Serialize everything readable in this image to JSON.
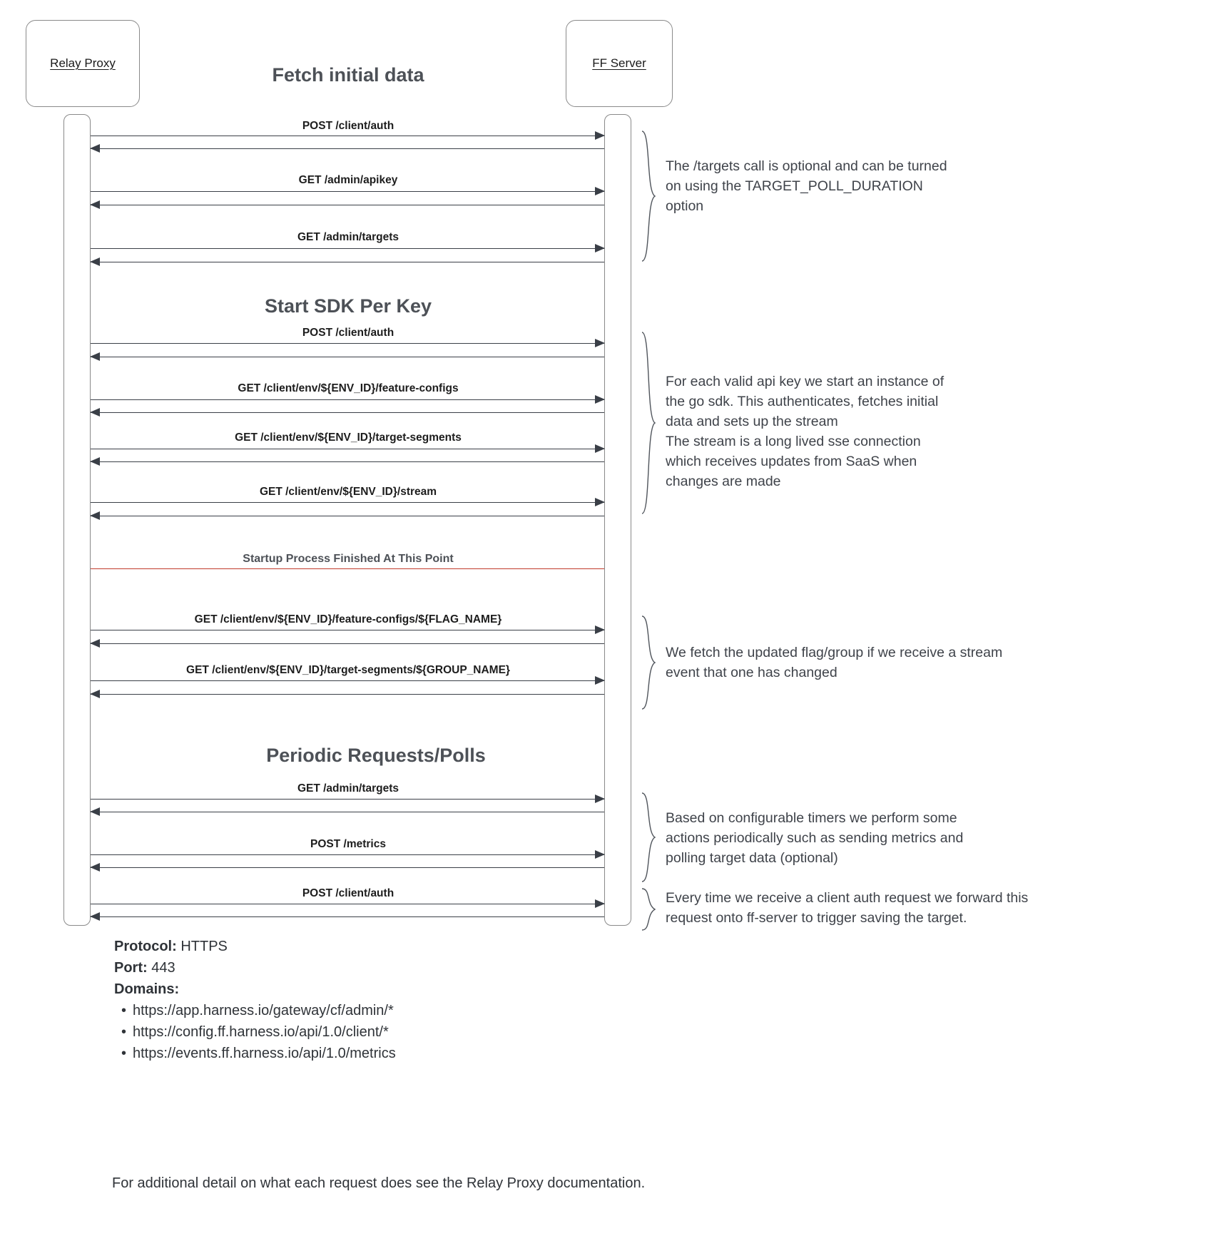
{
  "diagram": {
    "participants": [
      {
        "name": "Relay Proxy"
      },
      {
        "name": "FF Server"
      }
    ],
    "sections": [
      {
        "title": "Fetch initial data"
      },
      {
        "title": "Start SDK Per Key"
      },
      {
        "title": "Periodic Requests/Polls"
      }
    ],
    "divider": {
      "label": "Startup Process Finished At This Point",
      "color": "#c0392b"
    },
    "messages": [
      {
        "label": "POST /client/auth",
        "direction": "right"
      },
      {
        "label": "",
        "direction": "left"
      },
      {
        "label": "GET /admin/apikey",
        "direction": "right"
      },
      {
        "label": "",
        "direction": "left"
      },
      {
        "label": "GET /admin/targets",
        "direction": "right"
      },
      {
        "label": "",
        "direction": "left"
      },
      {
        "label": "POST /client/auth",
        "direction": "right"
      },
      {
        "label": "",
        "direction": "left"
      },
      {
        "label": "GET /client/env/${ENV_ID}/feature-configs",
        "direction": "right"
      },
      {
        "label": "",
        "direction": "left"
      },
      {
        "label": "GET /client/env/${ENV_ID}/target-segments",
        "direction": "right"
      },
      {
        "label": "",
        "direction": "left"
      },
      {
        "label": "GET /client/env/${ENV_ID}/stream",
        "direction": "right"
      },
      {
        "label": "",
        "direction": "left"
      },
      {
        "label": "GET /client/env/${ENV_ID}/feature-configs/${FLAG_NAME}",
        "direction": "right"
      },
      {
        "label": "",
        "direction": "left"
      },
      {
        "label": "GET /client/env/${ENV_ID}/target-segments/${GROUP_NAME}",
        "direction": "right"
      },
      {
        "label": "",
        "direction": "left"
      },
      {
        "label": "GET /admin/targets",
        "direction": "right"
      },
      {
        "label": "",
        "direction": "left"
      },
      {
        "label": "POST /metrics",
        "direction": "right"
      },
      {
        "label": "",
        "direction": "left"
      },
      {
        "label": "POST /client/auth",
        "direction": "right"
      },
      {
        "label": "",
        "direction": "left"
      }
    ],
    "notes": [
      {
        "text": "The /targets call is optional and can be turned\non using the TARGET_POLL_DURATION\noption"
      },
      {
        "text": "For each valid api key we start an instance of\nthe go sdk. This authenticates, fetches initial\ndata and sets up the stream\nThe stream is a long lived sse connection\nwhich receives updates from SaaS when\nchanges are made"
      },
      {
        "text": "We fetch the updated flag/group if we receive a stream\nevent that one has changed"
      },
      {
        "text": "Based on configurable timers we perform some\nactions periodically such as sending metrics and\npolling target data (optional)"
      },
      {
        "text": "Every time we receive a client auth request we forward this\nrequest onto ff-server to trigger saving the target."
      }
    ]
  },
  "footer": {
    "protocol_key": "Protocol:",
    "protocol_value": "HTTPS",
    "port_key": "Port:",
    "port_value": "443",
    "domains_key": "Domains:",
    "domains": [
      "https://app.harness.io/gateway/cf/admin/*",
      "https://config.ff.harness.io/api/1.0/client/*",
      "https://events.ff.harness.io/api/1.0/metrics"
    ],
    "closing_note": "For additional detail on what each request does see the Relay Proxy documentation."
  }
}
